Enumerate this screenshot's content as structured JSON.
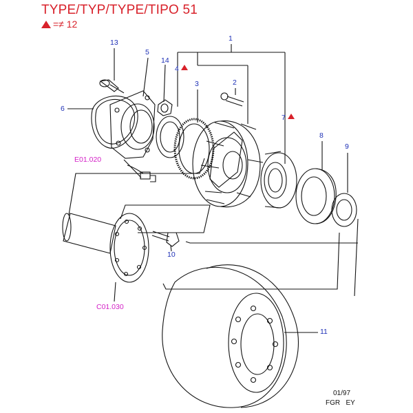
{
  "header": {
    "title": "TYPE/TYP/TYPE/TIPO 51",
    "legend_symbol": "red-triangle-icon",
    "legend_text": "=≠ 12"
  },
  "colors": {
    "title": "#d8212a",
    "part_number": "#1d2fb6",
    "reference_code": "#d31fc6",
    "line": "#111111"
  },
  "callouts": [
    {
      "id": "1",
      "label": "1"
    },
    {
      "id": "2",
      "label": "2"
    },
    {
      "id": "3",
      "label": "3"
    },
    {
      "id": "4",
      "label": "4",
      "warn": true
    },
    {
      "id": "5",
      "label": "5"
    },
    {
      "id": "6",
      "label": "6"
    },
    {
      "id": "7",
      "label": "7",
      "warn": true
    },
    {
      "id": "8",
      "label": "8"
    },
    {
      "id": "9",
      "label": "9"
    },
    {
      "id": "10",
      "label": "10"
    },
    {
      "id": "11",
      "label": "11"
    },
    {
      "id": "13",
      "label": "13"
    },
    {
      "id": "14",
      "label": "14"
    }
  ],
  "references": [
    {
      "id": "e01",
      "label": "E01.020"
    },
    {
      "id": "c01",
      "label": "C01.030"
    }
  ],
  "footer": {
    "date": "01/97",
    "code": "FGR   EY"
  }
}
